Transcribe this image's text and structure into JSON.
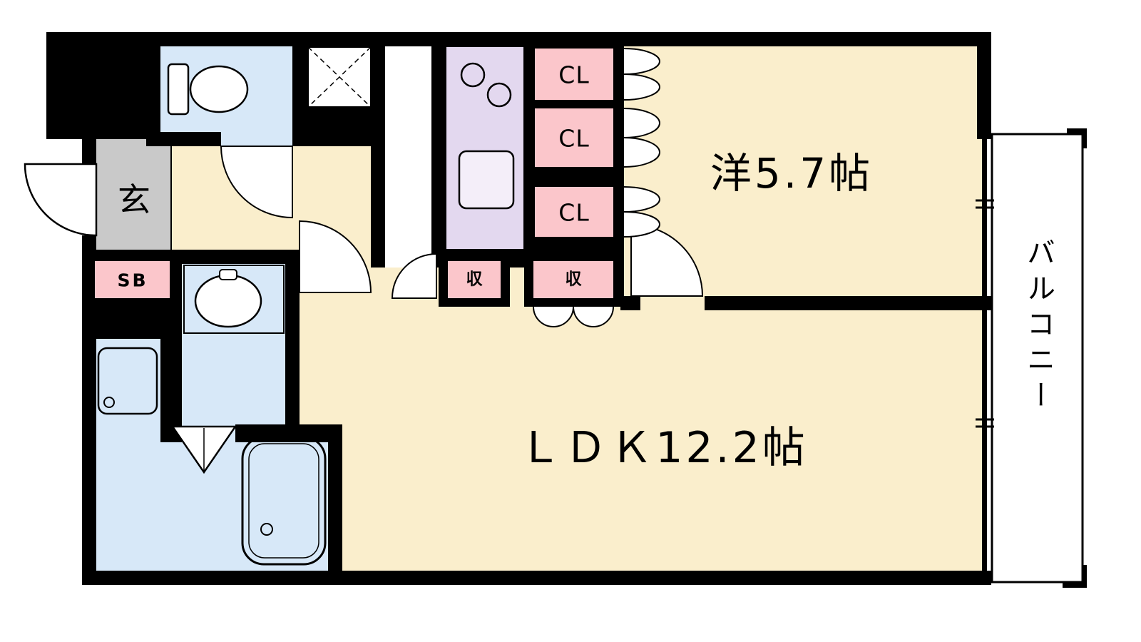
{
  "floor_plan": {
    "rooms": {
      "western_room": {
        "label": "洋5.7帖"
      },
      "ldk": {
        "label": "ＬＤＫ12.2帖"
      },
      "balcony": {
        "label": "バルコニー"
      },
      "entrance": {
        "label": "玄"
      },
      "shoe_box": {
        "label": "SB"
      },
      "closet": {
        "label": "CL"
      },
      "storage": {
        "label": "収"
      }
    },
    "colors": {
      "wall_black": "#000000",
      "floor_cream": "#FAEECC",
      "wet_area_blue": "#D7E8F8",
      "kitchen_lavender": "#E3D8EF",
      "closet_pink": "#FBC6CB",
      "entrance_gray": "#C9C9C9",
      "outline_white": "#FFFFFF"
    }
  }
}
